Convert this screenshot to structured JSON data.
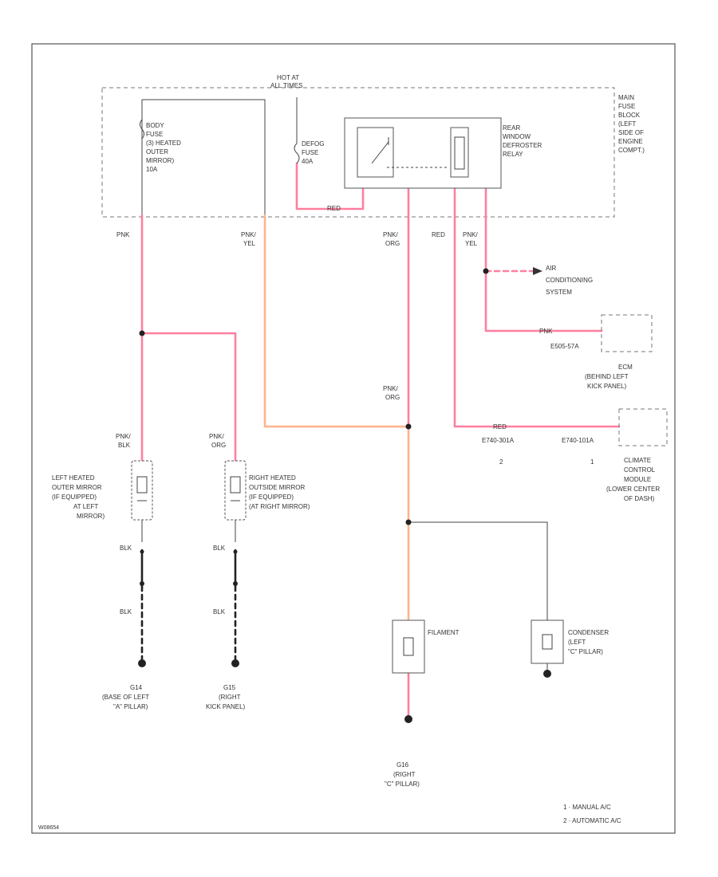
{
  "colors": {
    "pink": "#ff7f9f",
    "orange": "#ffb38a",
    "gray": "#777777",
    "black": "#222222",
    "border": "#555555"
  },
  "labels": {
    "hot": "HOT AT",
    "hot2": "ALL TIMES",
    "main_fuse_block": [
      "MAIN",
      "FUSE",
      "BLOCK",
      "(LEFT",
      "SIDE OF",
      "ENGINE",
      "COMPT.)"
    ],
    "body_fuse": [
      "BODY",
      "FUSE",
      "(3) HEATED",
      "OUTER",
      "MIRROR)",
      "10A"
    ],
    "defog_fuse": [
      "DEFOG",
      "FUSE",
      "40A"
    ],
    "relay": [
      "REAR",
      "WINDOW",
      "DEFROSTER",
      "RELAY"
    ],
    "wire_pnk": "PNK",
    "wire_pnk_yel": [
      "PNK/",
      "YEL"
    ],
    "wire_pnk_org": [
      "PNK/",
      "ORG"
    ],
    "wire_red": "RED",
    "wire_pnk_blk": [
      "PNK/",
      "BLK"
    ],
    "wire_blk": "BLK",
    "ac_system": [
      "AIR",
      "CONDITIONING",
      "SYSTEM"
    ],
    "ecm": [
      "ECM",
      "(BEHIND LEFT",
      "KICK PANEL)"
    ],
    "ecm_conn": "E505-57A",
    "ccm": [
      "CLIMATE",
      "CONTROL",
      "MODULE",
      "(LOWER CENTER",
      "OF DASH)"
    ],
    "ccm_conn_a": "E740-301A",
    "ccm_conn_b": "E740-101A",
    "pin_2": "2",
    "pin_1": "1",
    "left_mirror": [
      "LEFT HEATED",
      "OUTER MIRROR",
      "(IF EQUIPPED)",
      "AT LEFT",
      "MIRROR)"
    ],
    "right_mirror": [
      "RIGHT HEATED",
      "OUTSIDE MIRROR",
      "(IF EQUIPPED)",
      "(AT RIGHT MIRROR)"
    ],
    "g_left": [
      "G14",
      "(BASE OF LEFT",
      "\"A\" PILLAR)"
    ],
    "g_kick": [
      "G15",
      "(RIGHT",
      "KICK PANEL)"
    ],
    "g_right": [
      "G16",
      "(RIGHT",
      "\"C\" PILLAR)"
    ],
    "filament": "FILAMENT",
    "condenser": [
      "CONDENSER",
      "(LEFT",
      "\"C\" PILLAR)"
    ],
    "legend": [
      "1 · MANUAL A/C",
      "2 · AUTOMATIC A/C"
    ],
    "figure_id": "W08654"
  }
}
